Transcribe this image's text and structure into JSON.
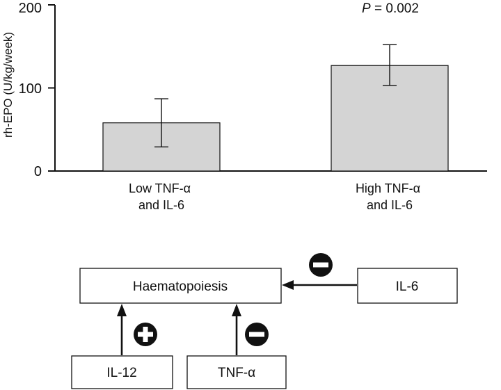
{
  "chart_data": {
    "type": "bar",
    "title": "",
    "xlabel": "",
    "ylabel": "rh-EPO (U/kg/week)",
    "ylim": [
      0,
      200
    ],
    "yticks": [
      0,
      100,
      200
    ],
    "grid": false,
    "categories": [
      [
        "Low TNF-α",
        "and IL-6"
      ],
      [
        "High TNF-α",
        "and IL-6"
      ]
    ],
    "values": [
      58,
      127
    ],
    "error_low": [
      29,
      103
    ],
    "error_high": [
      87,
      152
    ],
    "bar_color": "#d4d4d4",
    "annotation": {
      "italic": "P",
      "rest": " = 0.002"
    }
  },
  "diagram": {
    "nodes": {
      "haematopoiesis": "Haematopoiesis",
      "il6": "IL-6",
      "il12": "IL-12",
      "tnf": "TNF-α"
    },
    "effects": {
      "il6": "inhibits",
      "il12": "stimulates",
      "tnf": "inhibits"
    }
  }
}
